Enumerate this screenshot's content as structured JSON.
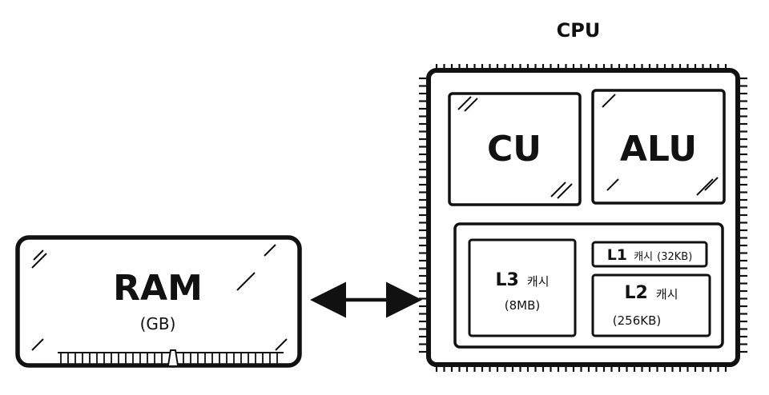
{
  "cpu": {
    "title": "CPU",
    "control_unit": "CU",
    "alu": "ALU"
  },
  "ram": {
    "title": "RAM",
    "unit": "(GB)"
  },
  "caches": {
    "l3": {
      "name": "L3",
      "word": "캐시",
      "size": "(8MB)"
    },
    "l1": {
      "name": "L1",
      "word": "캐시",
      "size": "(32KB)"
    },
    "l2": {
      "name": "L2",
      "word": "캐시",
      "size": "(256KB)"
    }
  }
}
